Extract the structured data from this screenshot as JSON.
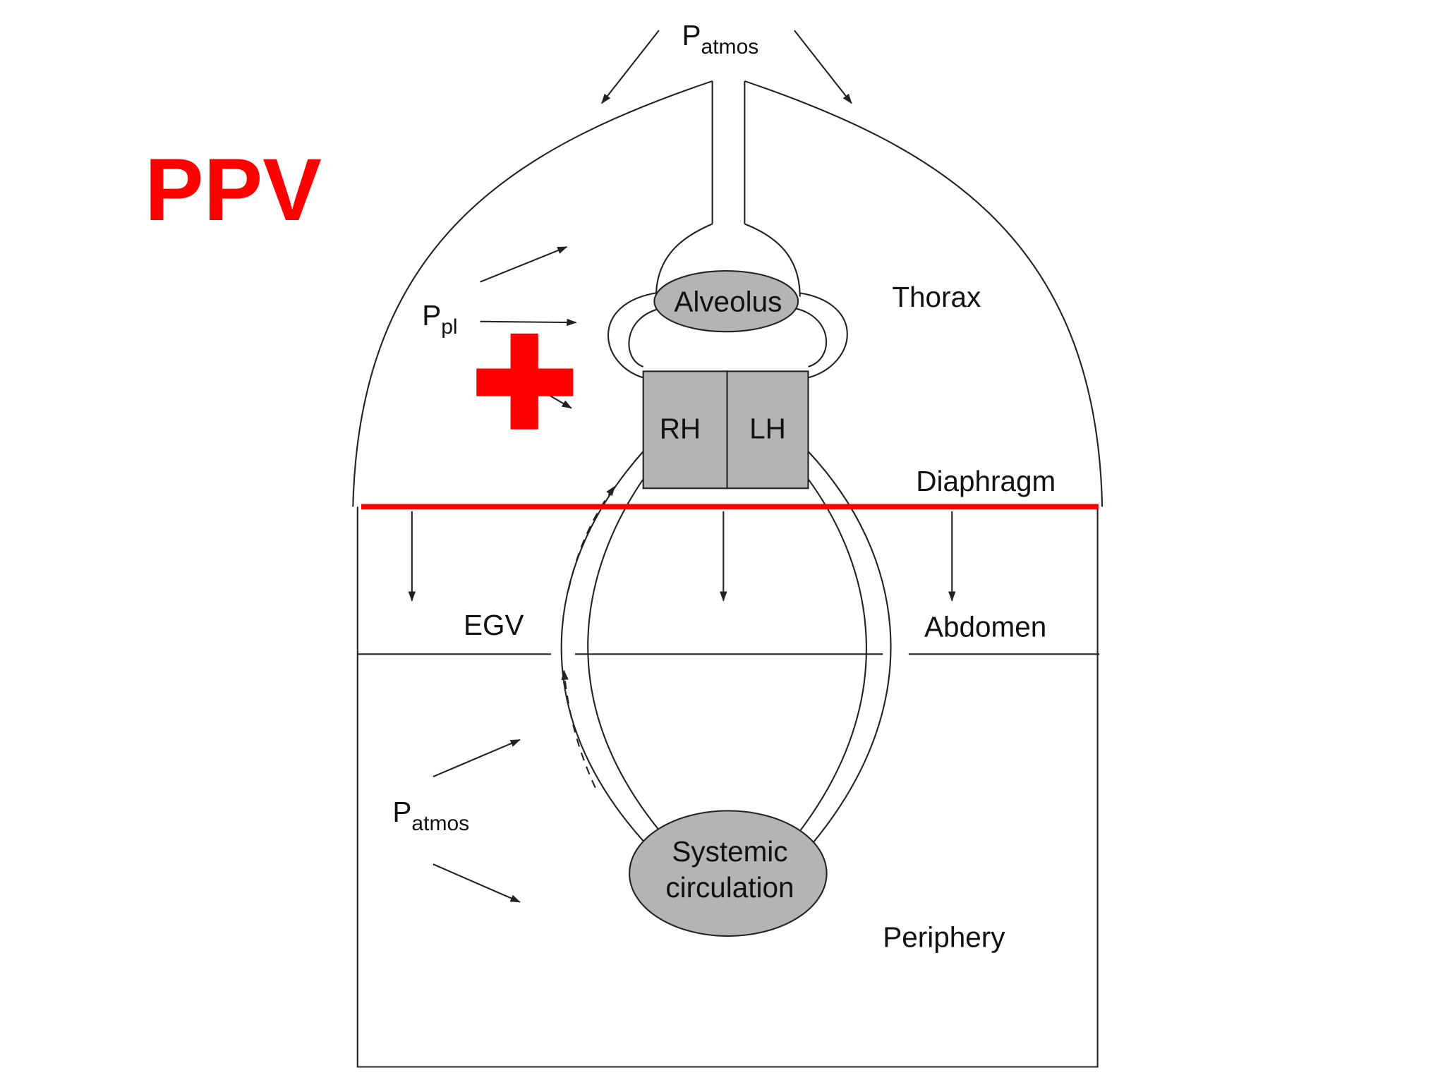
{
  "slide": {
    "heading": "PPV",
    "accent_color": "#ff0000",
    "marker_icon": "plus-sign"
  },
  "diagram": {
    "labels": {
      "patmos_top": {
        "main": "P",
        "sub": "atmos"
      },
      "ppl": {
        "main": "P",
        "sub": "pl"
      },
      "patmos_bottom": {
        "main": "P",
        "sub": "atmos"
      },
      "thorax": "Thorax",
      "alveolus": "Alveolus",
      "rh": "RH",
      "lh": "LH",
      "diaphragm": "Diaphragm",
      "egv": "EGV",
      "abdomen": "Abdomen",
      "systemic_line1": "Systemic",
      "systemic_line2": "circulation",
      "periphery": "Periphery"
    },
    "colors": {
      "organ_fill": "#b4b4b4",
      "line": "#222222",
      "diaphragm_line": "#ff0000"
    }
  }
}
